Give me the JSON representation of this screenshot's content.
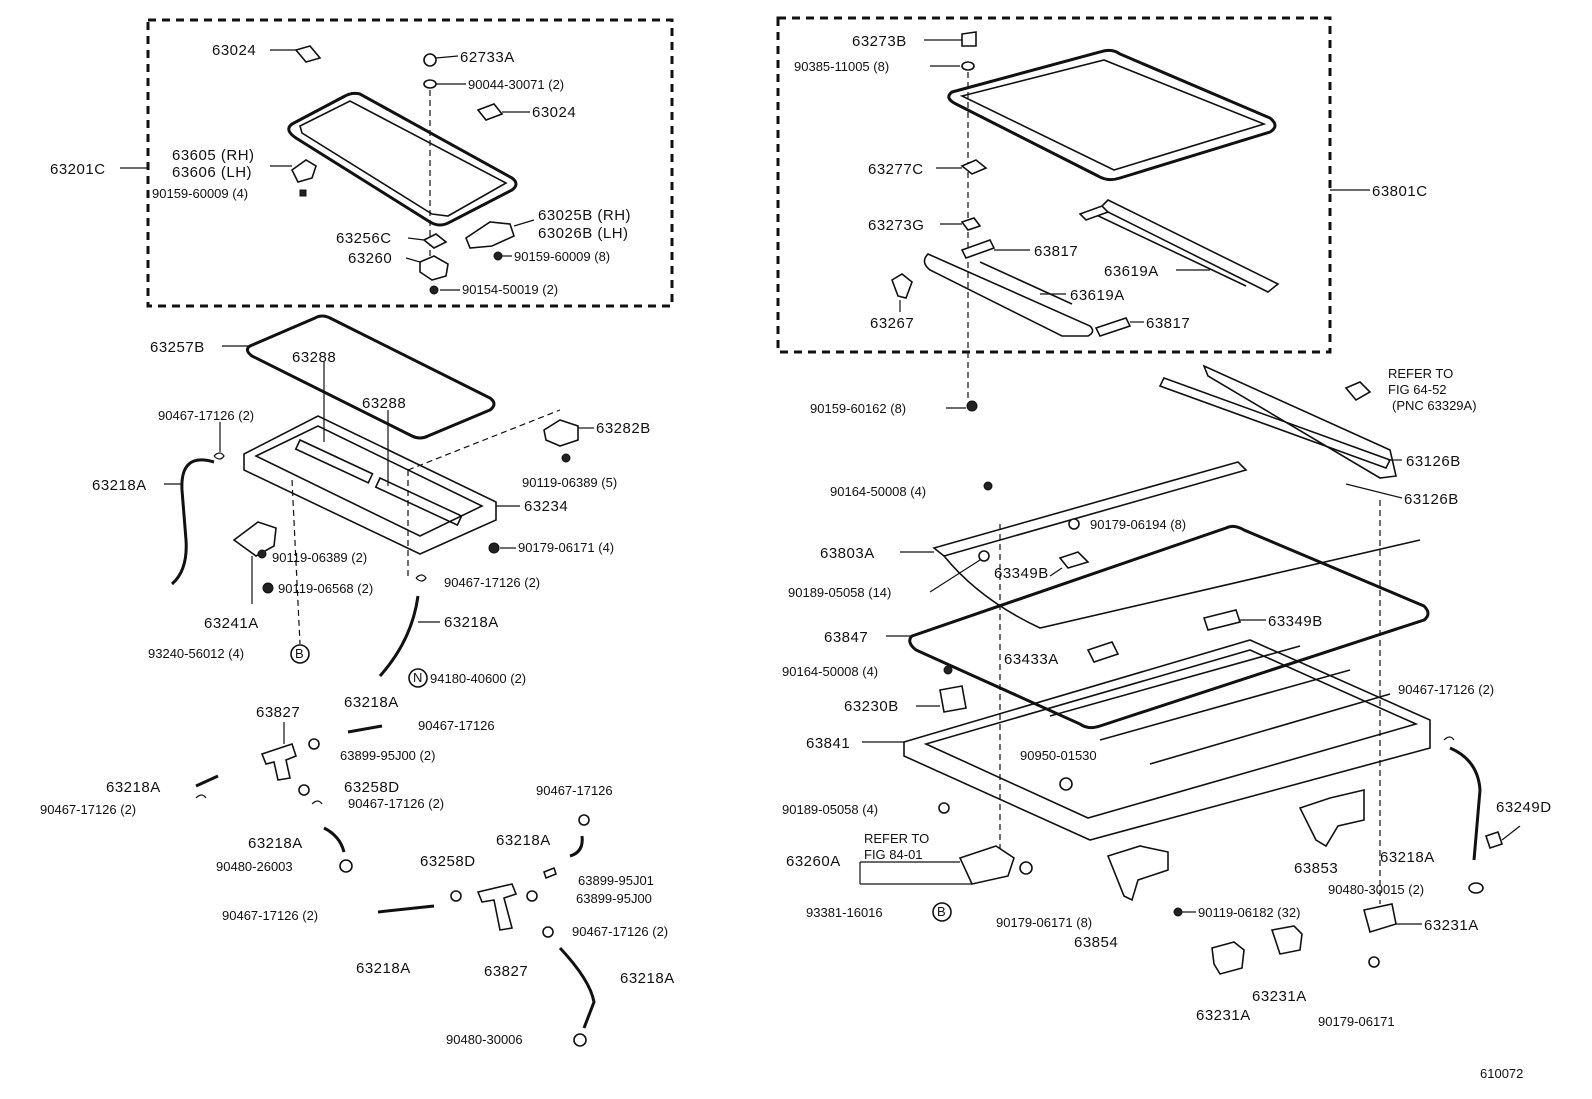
{
  "diagram_code": "610072",
  "left_assembly": {
    "labels": {
      "p63024_a": "63024",
      "p62733a": "62733A",
      "p90044": "90044-30071 (2)",
      "p63024_b": "63024",
      "p63201c": "63201C",
      "p63605": "63605 (RH)",
      "p63606": "63606 (LH)",
      "p90159_a": "90159-60009 (4)",
      "p63025b": "63025B (RH)",
      "p63026b": "63026B (LH)",
      "p63256c": "63256C",
      "p63260": "63260",
      "p90159_b": "90159-60009 (8)",
      "p90154": "90154-50019 (2)"
    }
  },
  "left_lower": {
    "labels": {
      "p63257b": "63257B",
      "p63288_a": "63288",
      "p63288_b": "63288",
      "p90467_a": "90467-17126 (2)",
      "p63282b": "63282B",
      "p63218a_a": "63218A",
      "p90119_a": "90119-06389 (5)",
      "p63234": "63234",
      "p90179_a": "90179-06171 (4)",
      "p90119_b": "90119-06389 (2)",
      "p90467_b": "90467-17126 (2)",
      "p90119_c": "90119-06568 (2)",
      "p63218a_b": "63218A",
      "p63241a": "63241A",
      "p93240": "93240-56012 (4)",
      "ref_b": "B",
      "ref_n": "N",
      "p94180": "94180-40600 (2)",
      "p63218a_c": "63218A",
      "p63827_a": "63827",
      "p90467_c": "90467-17126",
      "p63899_a": "63899-95J00 (2)",
      "p63218a_d": "63218A",
      "p63258d_a": "63258D",
      "p90467_d": "90467-17126 (2)",
      "p90467_e": "90467-17126 (2)",
      "p63218a_e": "63218A",
      "p90480_a": "90480-26003",
      "p90467_f": "90467-17126",
      "p63218a_f": "63218A",
      "p63258d_b": "63258D",
      "p63899_b": "63899-95J01",
      "p63899_c": "63899-95J00",
      "p90467_g": "90467-17126 (2)",
      "p90467_h": "90467-17126 (2)",
      "p63218a_g": "63218A",
      "p63827_b": "63827",
      "p63218a_h": "63218A",
      "p90480_b": "90480-30006"
    }
  },
  "right_assembly": {
    "labels": {
      "p63273b": "63273B",
      "p90385": "90385-11005 (8)",
      "p63801c": "63801C",
      "p63277c": "63277C",
      "p63273g": "63273G",
      "p63817_a": "63817",
      "p63619a_a": "63619A",
      "p63267": "63267",
      "p63619a_b": "63619A",
      "p63817_b": "63817"
    }
  },
  "right_lower": {
    "labels": {
      "p90159_c": "90159-60162 (8)",
      "refer_1": "REFER TO",
      "refer_2": "FIG 64-52",
      "refer_3": "(PNC 63329A)",
      "p63126b_a": "63126B",
      "p63126b_b": "63126B",
      "p90164_a": "90164-50008 (4)",
      "p90179_b": "90179-06194 (8)",
      "p63803a": "63803A",
      "p63349b_a": "63349B",
      "p90189_a": "90189-05058 (14)",
      "p63349b_b": "63349B",
      "p63847": "63847",
      "p63433a": "63433A",
      "p90164_b": "90164-50008 (4)",
      "p90467_i": "90467-17126 (2)",
      "p63230b": "63230B",
      "p63841": "63841",
      "p90950": "90950-01530",
      "p63249d": "63249D",
      "p90189_b": "90189-05058 (4)",
      "refer_4": "REFER TO",
      "refer_5": "FIG 84-01",
      "p63260a": "63260A",
      "p63853": "63853",
      "p63218a_i": "63218A",
      "p90480_c": "90480-30015 (2)",
      "p93381": "93381-16016",
      "ref_b2": "B",
      "p90179_c": "90179-06171 (8)",
      "p63854": "63854",
      "p90119_d": "90119-06182 (32)",
      "p63231a_a": "63231A",
      "p63231a_b": "63231A",
      "p63231a_c": "63231A",
      "p90179_d": "90179-06171"
    }
  }
}
